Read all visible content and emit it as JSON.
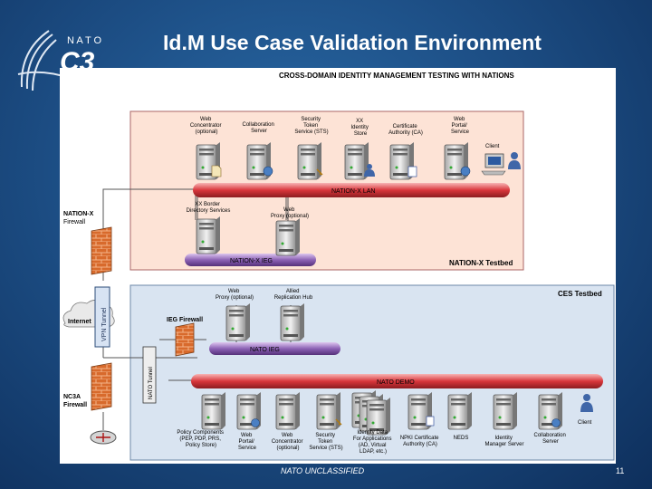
{
  "slide": {
    "title": "Id.M Use Case Validation Environment",
    "footer": "NATO UNCLASSIFIED",
    "page_number": "11",
    "logo_top": "N A T O",
    "logo_main": "C3"
  },
  "diagram": {
    "heading": "CROSS-DOMAIN IDENTITY MANAGEMENT TESTING WITH NATIONS",
    "nation_testbed": "NATION-X Testbed",
    "ces_testbed": "CES Testbed",
    "nation_lan": "NATION-X LAN",
    "nation_ieg": "NATION-X IEG",
    "nato_ieg": "NATO IEG",
    "nato_demo": "NATO DEMO",
    "internet": "Internet",
    "vpn_tunnel": "VPN Tunnel",
    "nato_tunnel": "NATO Tunnel",
    "nation_firewall": [
      "NATION-X",
      "Firewall"
    ],
    "nc3a_firewall": [
      "NC3A",
      "Firewall"
    ],
    "ieg_firewall": "IEG Firewall",
    "nation_servers": [
      {
        "lines": [
          "Web",
          "Concentrator",
          "(optional)"
        ]
      },
      {
        "lines": [
          "Collaboration",
          "Server"
        ]
      },
      {
        "lines": [
          "Security",
          "Token",
          "Service (STS)"
        ]
      },
      {
        "lines": [
          "XX",
          "Identity",
          "Store"
        ]
      },
      {
        "lines": [
          "Certificate",
          "Authority (CA)"
        ]
      },
      {
        "lines": [
          "Web",
          "Portal/",
          "Service"
        ]
      }
    ],
    "nation_client": "Client",
    "nation_border": {
      "lines": [
        "XX Border",
        "Directory Services"
      ]
    },
    "nation_proxy": {
      "lines": [
        "Web",
        "Proxy (optional)"
      ]
    },
    "ces_proxy": {
      "lines": [
        "Web",
        "Proxy (optional)"
      ]
    },
    "ces_hub": {
      "lines": [
        "Allied",
        "Replication Hub"
      ]
    },
    "ces_servers": [
      {
        "lines": [
          "Policy Components",
          "(PEP, PDP, PRS,",
          "Policy Store)"
        ]
      },
      {
        "lines": [
          "Web",
          "Portal/",
          "Service"
        ]
      },
      {
        "lines": [
          "Web",
          "Concentrator",
          "(optional)"
        ]
      },
      {
        "lines": [
          "Security",
          "Token",
          "Service (STS)"
        ]
      },
      {
        "lines": [
          "Identity Data",
          "For Applications",
          "(AD, Virtual",
          "LDAP, etc.)"
        ]
      },
      {
        "lines": [
          "NPKI Certificate",
          "Authority (CA)"
        ]
      },
      {
        "lines": [
          "NEDS"
        ]
      },
      {
        "lines": [
          "Identity",
          "Manager Server"
        ]
      },
      {
        "lines": [
          "Collaboration",
          "Server"
        ]
      }
    ],
    "ces_client": "Client"
  }
}
